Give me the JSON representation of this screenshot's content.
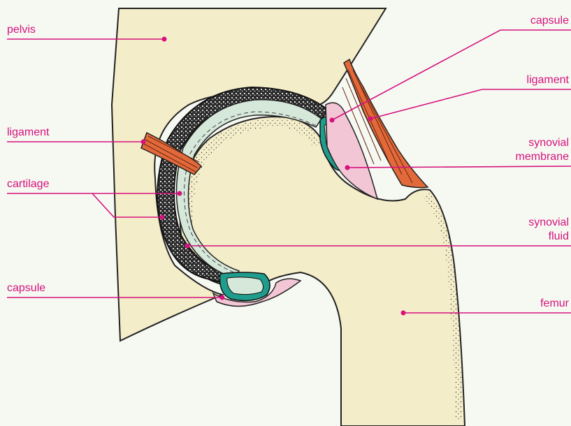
{
  "labels": {
    "pelvis": "pelvis",
    "ligament_left": "ligament",
    "cartilage": "cartilage",
    "capsule_left": "capsule",
    "capsule_right": "capsule",
    "ligament_right": "ligament",
    "synovial_membrane_1": "synovial",
    "synovial_membrane_2": "membrane",
    "synovial_fluid_1": "synovial",
    "synovial_fluid_2": "fluid",
    "femur": "femur"
  },
  "colors": {
    "label_pink": "#d6127e",
    "bone": "#f4edc9",
    "cartilage": "#d6e8d9",
    "synovial_membrane": "#1f9d8c",
    "capsule": "#f3c6d6",
    "ligament": "#e26a3a",
    "background": "#f6f9f2"
  }
}
